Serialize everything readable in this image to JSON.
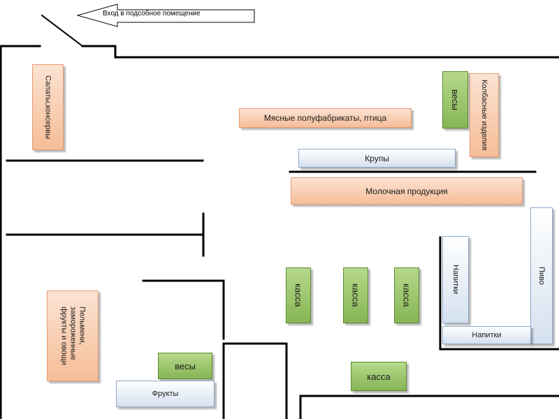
{
  "entrance": {
    "label": "Вход в подсобное помещение"
  },
  "sections": {
    "salads": "Салаты,консервы",
    "meat": "Мясные полуфабрикаты,  птица",
    "scales_top": "весы",
    "sausages": "Колбасные изделия",
    "cereals": "Крупы",
    "dairy": "Молочная продукция",
    "drinks_vertical": "Напитки",
    "beer": "Пиво",
    "drinks_horizontal": "Напитки",
    "frozen": "Пельмени,\nзамороженные\nфрукты и овощи",
    "scales_bottom": "весы",
    "fruits": "Фрукты"
  },
  "checkouts": [
    "касса",
    "касса",
    "касса",
    "касса"
  ],
  "colors": {
    "stand_orange": "#f6bd98",
    "stand_blue": "#d5e1ef",
    "stand_green": "#86b555",
    "wall": "#000000"
  }
}
